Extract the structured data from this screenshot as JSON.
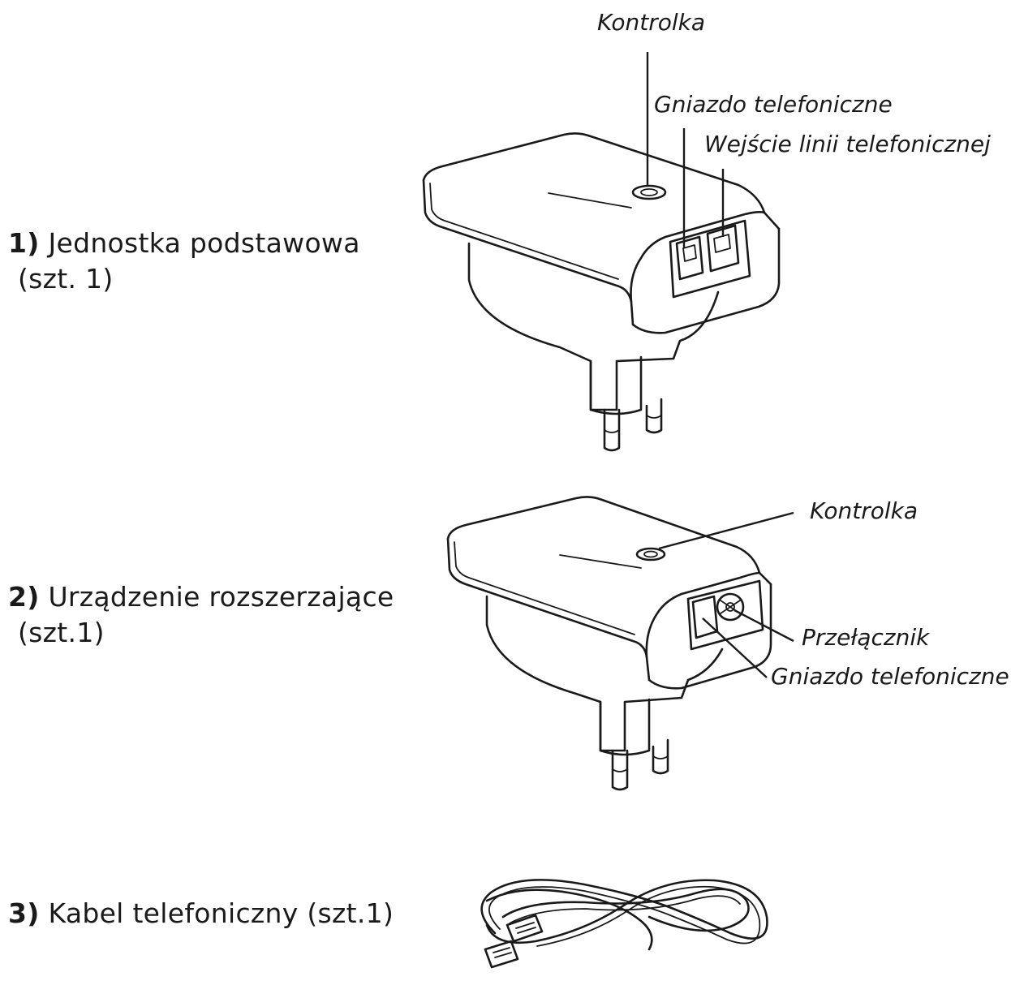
{
  "items": [
    {
      "number": "1)",
      "name": "Jednostka podstawowa",
      "quantity": "(szt. 1)"
    },
    {
      "number": "2)",
      "name": "Urządzenie rozszerzające",
      "quantity": "(szt.1)"
    },
    {
      "number": "3)",
      "name": "Kabel telefoniczny (szt.1)",
      "quantity": ""
    }
  ],
  "callouts": {
    "base": {
      "indicator": "Kontrolka",
      "phone_socket": "Gniazdo telefoniczne",
      "line_input": "Wejście linii telefonicznej"
    },
    "extender": {
      "indicator": "Kontrolka",
      "switch": "Przełącznik",
      "phone_socket": "Gniazdo telefoniczne"
    }
  },
  "colors": {
    "ink": "#1a1a1a",
    "background": "#ffffff"
  }
}
